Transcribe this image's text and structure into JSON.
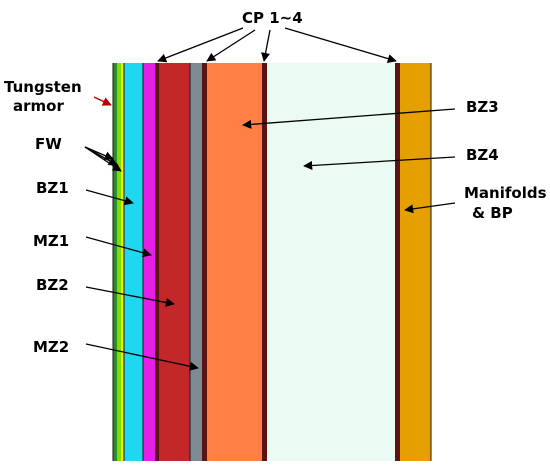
{
  "labels": {
    "cp": "CP 1~4",
    "tungsten_line1": "Tungsten",
    "tungsten_line2": "armor",
    "fw": "FW",
    "bz1": "BZ1",
    "mz1": "MZ1",
    "bz2": "BZ2",
    "mz2": "MZ2",
    "bz3": "BZ3",
    "bz4": "BZ4",
    "manifolds_line1": "Manifolds",
    "manifolds_line2": "& BP"
  },
  "colors": {
    "tungsten_armor": "#2e8b2e",
    "fw_green": "#7fe000",
    "fw_yellow": "#ffe600",
    "bz1": "#1ed8f0",
    "mz1": "#e61fe6",
    "bz2": "#c3272a",
    "mz2": "#7d8a96",
    "bz3": "#ff7f45",
    "bz4": "#e9fbf2",
    "manifolds_bp": "#e5a000",
    "cooling_plate": "#5a1414",
    "outline": "#1a1a1a",
    "arrow_dark": "#000000",
    "arrow_red": "#b00000"
  }
}
